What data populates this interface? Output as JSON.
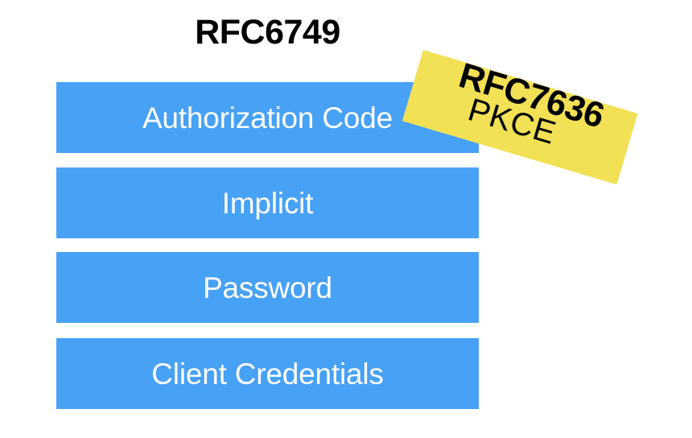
{
  "diagram": {
    "background_color": "#ffffff",
    "primary_spec": {
      "title": "RFC6749",
      "bar_color": "#47a1f5",
      "label_color": "#ffffff",
      "grants": [
        {
          "label": "Authorization Code"
        },
        {
          "label": "Implicit"
        },
        {
          "label": "Password"
        },
        {
          "label": "Client Credentials"
        }
      ]
    },
    "extension_spec": {
      "title": "RFC7636",
      "label": "PKCE",
      "note_color": "#f2e055",
      "text_color": "#000000",
      "rotation_degrees": 16.5
    }
  }
}
